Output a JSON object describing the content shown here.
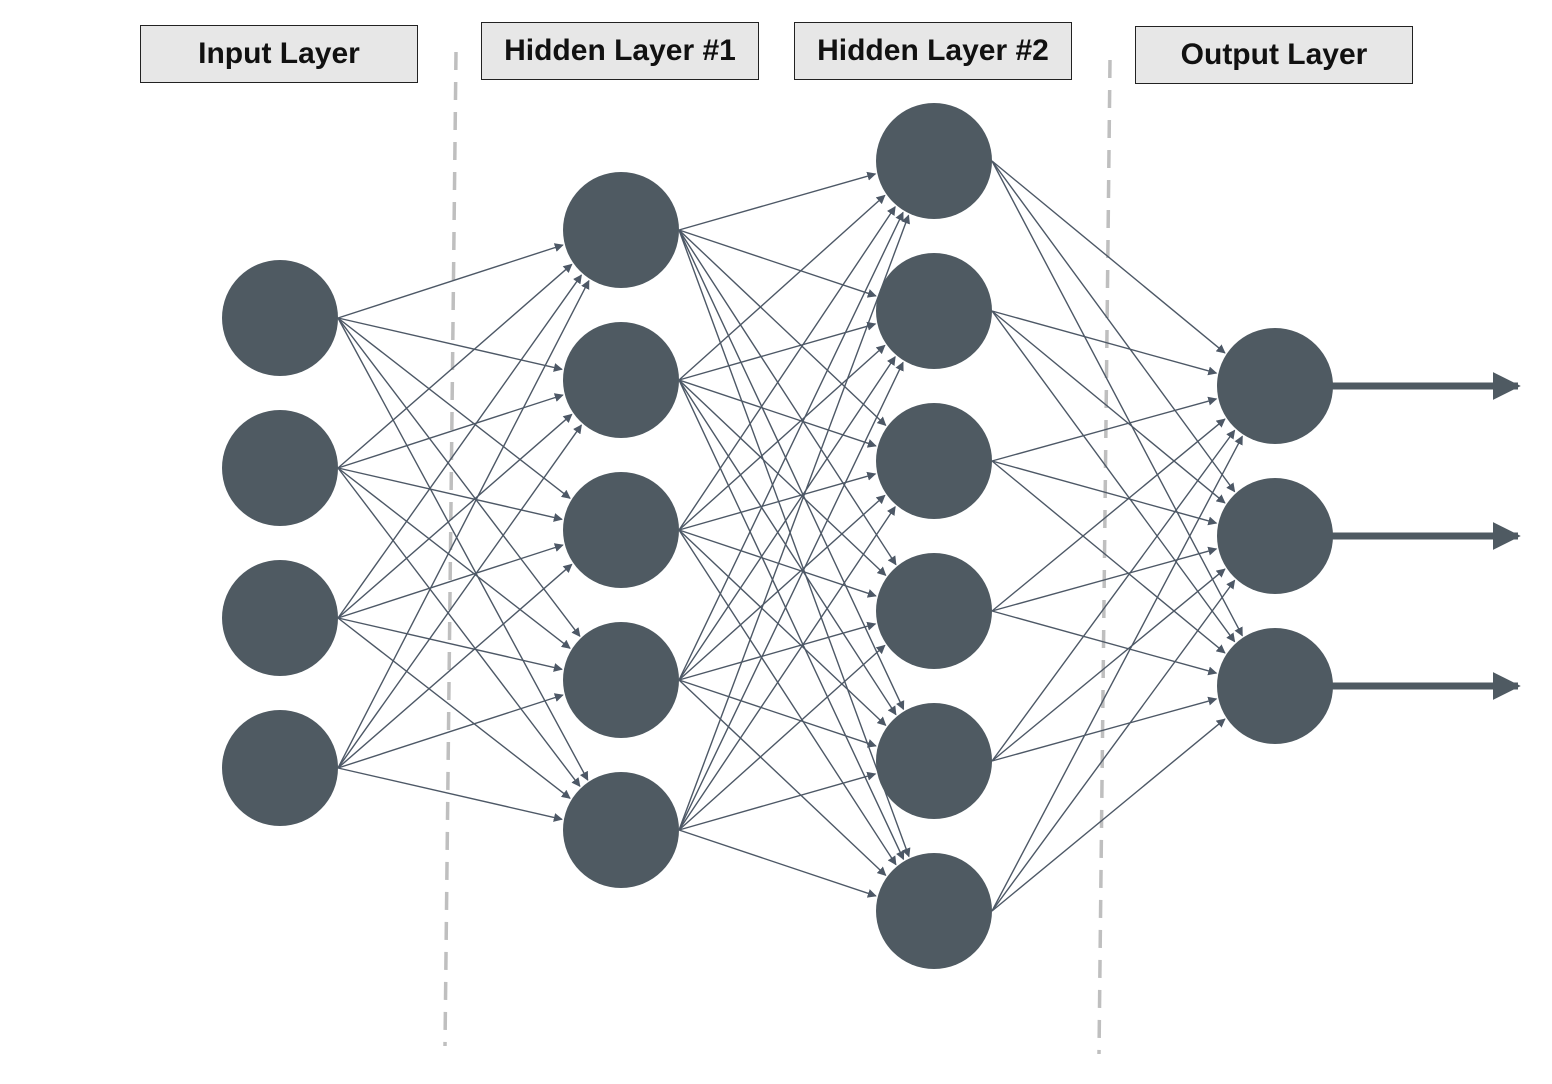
{
  "layers": [
    {
      "label": "Input Layer",
      "neurons": 4
    },
    {
      "label": "Hidden Layer #1",
      "neurons": 5
    },
    {
      "label": "Hidden Layer #2",
      "neurons": 6
    },
    {
      "label": "Output Layer",
      "neurons": 3
    }
  ],
  "connectivity": "fully-connected",
  "output_arrows": 3,
  "colors": {
    "neuron": "#4f5a62",
    "edge": "#4d5866",
    "divider": "#bfbfbf",
    "label_background": "#e7e7e7",
    "label_border": "#222222",
    "label_text": "#111111"
  },
  "icons": {
    "neuron": "filled-circle",
    "edge": "arrow-line",
    "output": "thick-arrow-right"
  }
}
